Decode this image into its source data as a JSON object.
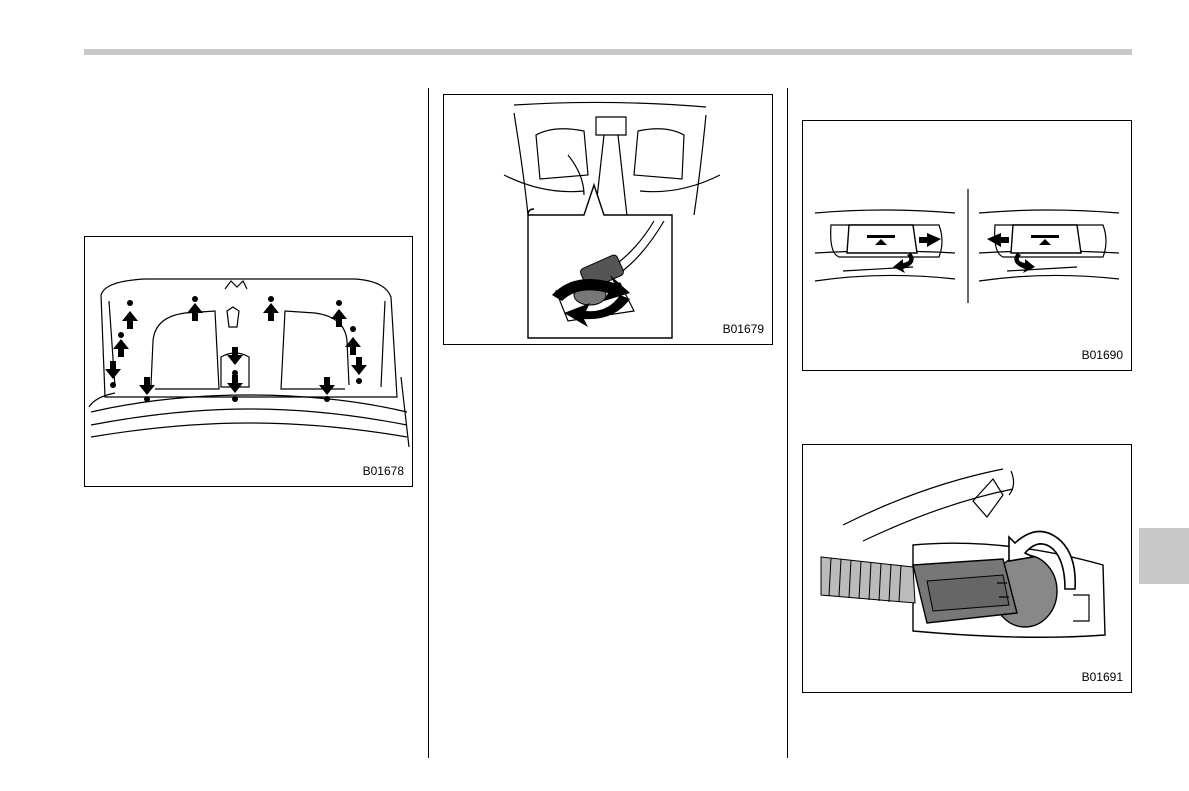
{
  "figures": [
    {
      "code": "B01678"
    },
    {
      "code": "B01679"
    },
    {
      "code": "B01690"
    },
    {
      "code": "B01691"
    }
  ]
}
